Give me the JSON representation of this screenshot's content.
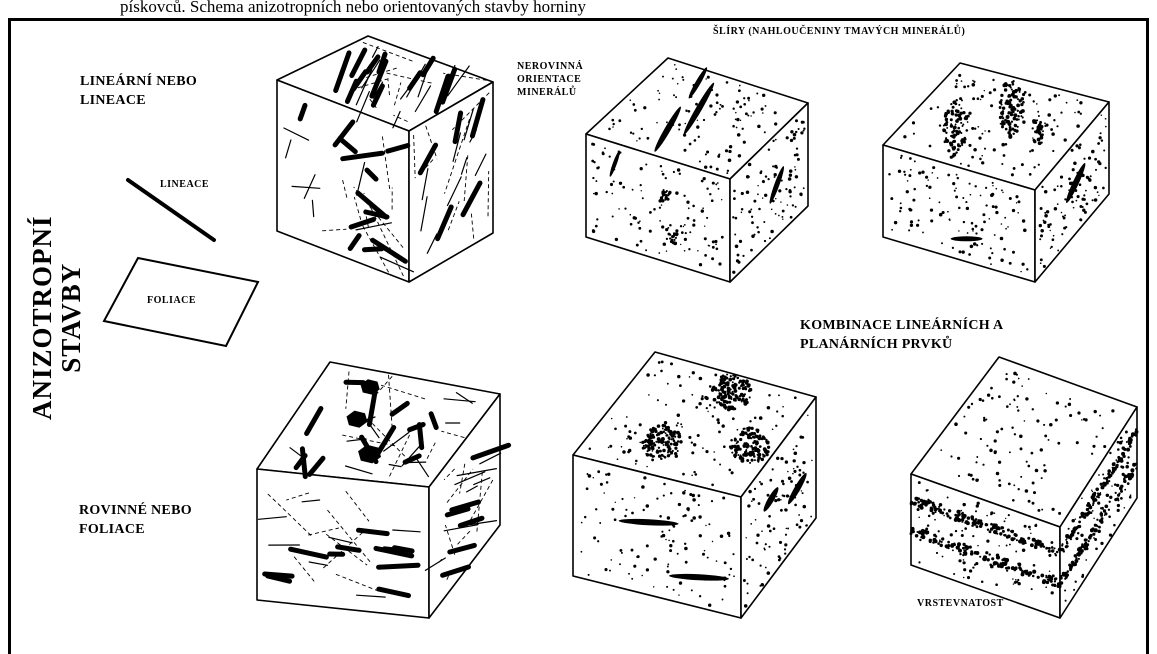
{
  "caption": "pískovců. Schema anizotropních nebo orientovaných stavby horniny",
  "axis_label": {
    "line1": "ANIZOTROPNÍ",
    "line2": "STAVBY"
  },
  "legend": {
    "lineation_label": "LINEACE",
    "foliation_label": "FOLIACE"
  },
  "labels": {
    "linear": [
      "LINEÁRNÍ NEBO",
      "LINEACE"
    ],
    "uneven": [
      "NEROVINNÁ",
      "ORIENTACE",
      "MINERÁLŮ"
    ],
    "schlieren": "ŠLÍRY (NAHLOUČENINY TMAVÝCH MINERÁLŮ)",
    "combination": [
      "KOMBINACE LINEÁRNÍCH A",
      "PLANÁRNÍCH PRVKŮ"
    ],
    "planar": [
      "ROVINNÉ NEBO",
      "FOLIACE"
    ],
    "bedding": "VRSTEVNATOST"
  },
  "blocks": [
    {
      "name": "block-linear-crystals",
      "pattern": "linear-crystals"
    },
    {
      "name": "block-uneven-orientation",
      "pattern": "dotted-linear-streaks"
    },
    {
      "name": "block-schlieren",
      "pattern": "dotted-dark-clusters"
    },
    {
      "name": "block-planar-crystals",
      "pattern": "planar-crystals"
    },
    {
      "name": "block-combination",
      "pattern": "dotted-round-clusters"
    },
    {
      "name": "block-bedding",
      "pattern": "dotted-bands"
    }
  ],
  "colors": {
    "ink": "#000000",
    "paper": "#ffffff"
  }
}
